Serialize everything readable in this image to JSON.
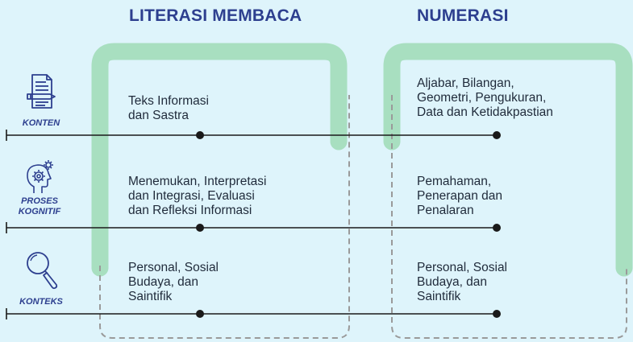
{
  "columns": [
    {
      "title": "LITERASI MEMBACA"
    },
    {
      "title": "NUMERASI"
    }
  ],
  "rows": [
    {
      "label": "KONTEN",
      "icon": "document-pen-icon",
      "literasi": "Teks Informasi\ndan Sastra",
      "numerasi": "Aljabar, Bilangan,\nGeometri, Pengukuran,\nData dan Ketidakpastian"
    },
    {
      "label": "PROSES\nKOGNITIF",
      "icon": "head-gear-icon",
      "literasi": "Menemukan, Interpretasi\ndan Integrasi, Evaluasi\ndan Refleksi Informasi",
      "numerasi": "Pemahaman,\nPenerapan dan\nPenalaran"
    },
    {
      "label": "KONTEKS",
      "icon": "magnifier-icon",
      "literasi": "Personal, Sosial\nBudaya, dan\nSaintifik",
      "numerasi": "Personal, Sosial\nBudaya, dan\nSaintifik"
    }
  ],
  "colors": {
    "background": "#def4fb",
    "title": "#2d3f8f",
    "green_frame": "#a8dfc0",
    "dashed_frame": "#9a9a9a",
    "line": "#1a1a1a"
  }
}
